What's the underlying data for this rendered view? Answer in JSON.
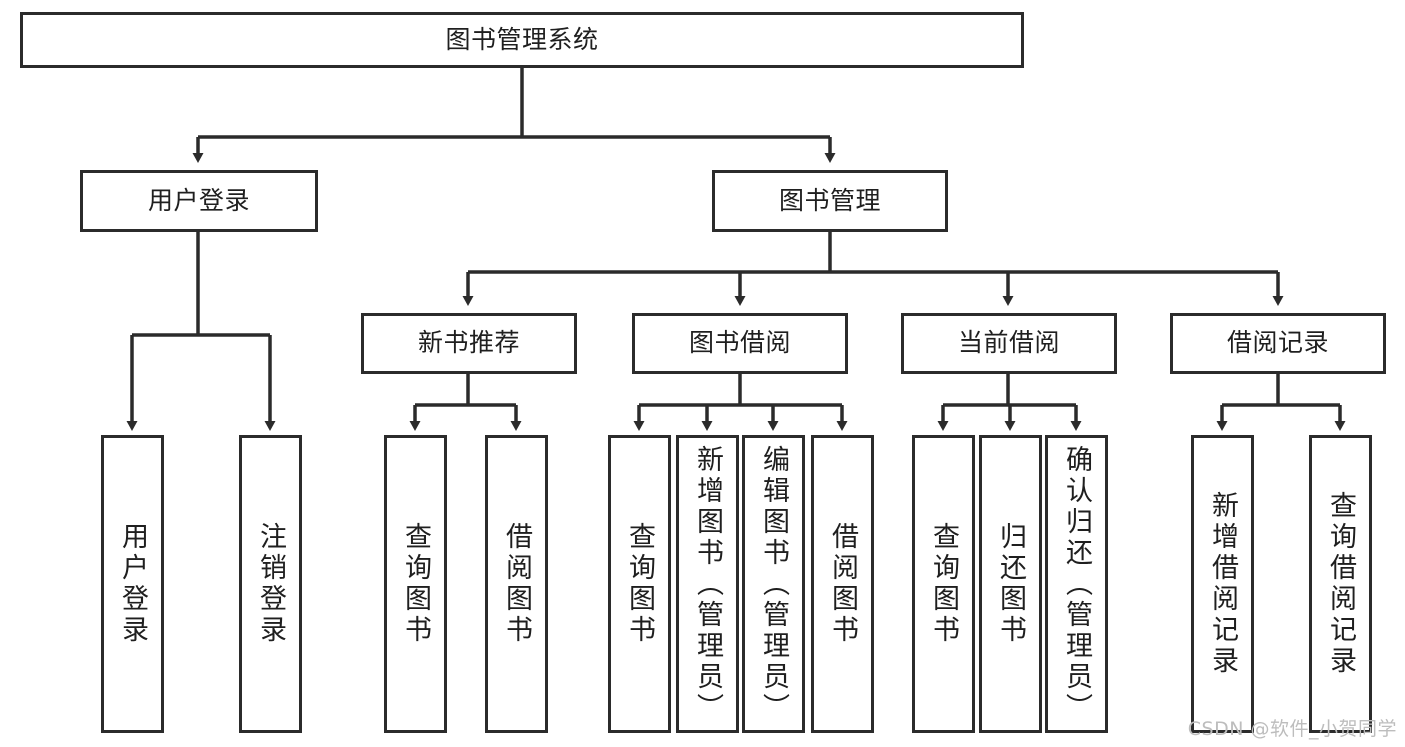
{
  "diagram": {
    "type": "tree-flowchart",
    "title": "图书管理系统",
    "watermark": "CSDN @软件_小贺同学",
    "colors": {
      "box_border": "#2b2b2b",
      "box_fill": "#ffffff",
      "connector": "#2b2b2b",
      "text": "#1f1f1f",
      "watermark": "#bdbdbd",
      "page_background": "#ffffff"
    },
    "levels": {
      "root": "图书管理系统",
      "level2": [
        "用户登录",
        "图书管理"
      ],
      "level3": [
        "新书推荐",
        "图书借阅",
        "当前借阅",
        "借阅记录"
      ]
    },
    "nodes": {
      "root": {
        "label": "图书管理系统"
      },
      "user_login": {
        "label": "用户登录"
      },
      "book_manage": {
        "label": "图书管理"
      },
      "new_book_rec": {
        "label": "新书推荐"
      },
      "book_borrow": {
        "label": "图书借阅"
      },
      "current_borrow": {
        "label": "当前借阅"
      },
      "borrow_record": {
        "label": "借阅记录"
      }
    },
    "leaves": {
      "user_login": [
        {
          "label": "用户登录"
        },
        {
          "label": "注销登录"
        }
      ],
      "new_book_rec": [
        {
          "label": "查询图书"
        },
        {
          "label": "借阅图书"
        }
      ],
      "book_borrow": [
        {
          "label": "查询图书"
        },
        {
          "label": "新增图书（管理员）"
        },
        {
          "label": "编辑图书（管理员）"
        },
        {
          "label": "借阅图书"
        }
      ],
      "current_borrow": [
        {
          "label": "查询图书"
        },
        {
          "label": "归还图书"
        },
        {
          "label": "确认归还（管理员）"
        }
      ],
      "borrow_record": [
        {
          "label": "新增借阅记录"
        },
        {
          "label": "查询借阅记录"
        }
      ]
    }
  }
}
